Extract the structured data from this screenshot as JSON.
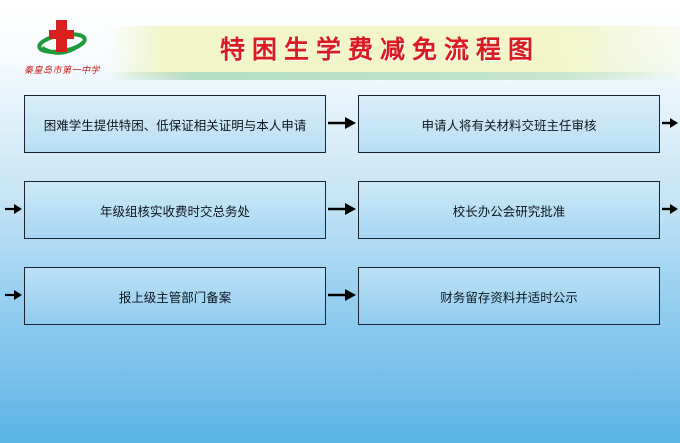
{
  "header": {
    "school_name": "秦皇岛市第一中学",
    "title": "特困生学费减免流程图"
  },
  "steps": [
    "困难学生提供特困、低保证相关证明与本人申请",
    "申请人将有关材料交班主任审核",
    "年级组核实收费时交总务处",
    "校长办公会研究批准",
    "报上级主管部门备案",
    "财务留存资料并适时公示"
  ],
  "icons": {
    "logo": "school-emblem-icon",
    "arrows": "arrow-right-icon"
  },
  "colors": {
    "title": "#d91c22",
    "logo_green": "#1e9a3a",
    "logo_red": "#d9201f",
    "box_border": "#1b2430"
  }
}
